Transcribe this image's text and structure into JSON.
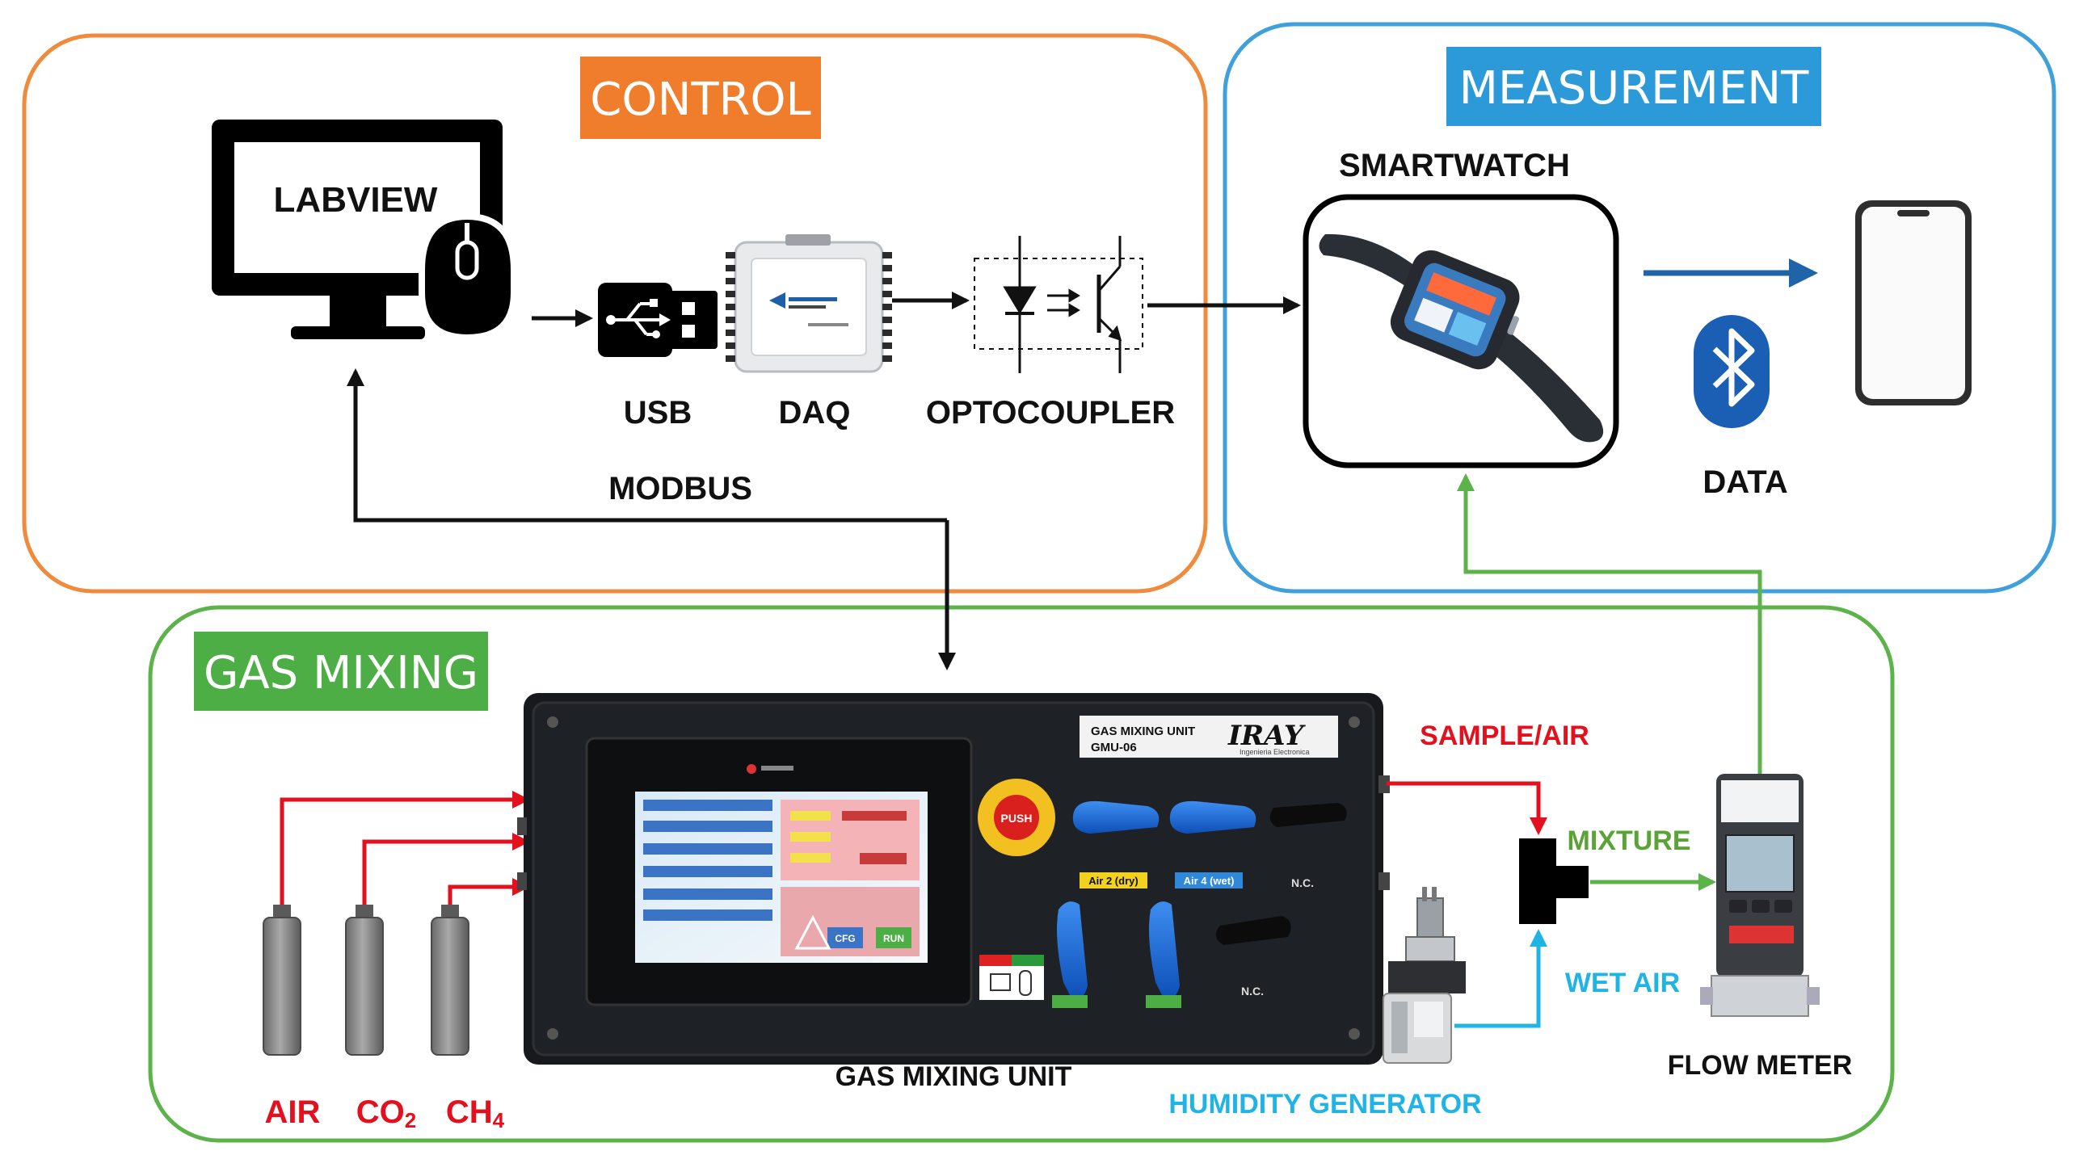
{
  "sections": {
    "control": {
      "title": "CONTROL",
      "color": "#f08a3c",
      "title_bg": "#f07d2b"
    },
    "measurement": {
      "title": "MEASUREMENT",
      "color": "#3fa0dc",
      "title_bg": "#2c9ad8"
    },
    "gas_mixing": {
      "title": "GAS MIXING",
      "color": "#5cb34a",
      "title_bg": "#4cae45"
    }
  },
  "labels": {
    "labview": "LABVIEW",
    "usb": "USB",
    "daq": "DAQ",
    "optocoupler": "OPTOCOUPLER",
    "modbus": "MODBUS",
    "smartwatch": "SMARTWATCH",
    "data": "DATA",
    "sample_air": "SAMPLE/AIR",
    "mixture": "MIXTURE",
    "wet_air": "WET AIR",
    "flow_meter": "FLOW METER",
    "gas_mixing_unit": "GAS MIXING UNIT",
    "humidity_generator": "HUMIDITY GENERATOR",
    "air": "AIR",
    "co2_main": "CO",
    "co2_sub": "2",
    "ch4_main": "CH",
    "ch4_sub": "4"
  },
  "device": {
    "brand_line1": "GAS MIXING UNIT",
    "brand_line2": "GMU-06",
    "brand_logo": "IRAY",
    "brand_tagline": "Ingenieria Electronica",
    "emergency": "PUSH",
    "valve_label_1": "Air 2 (dry)",
    "valve_label_2": "Air 4 (wet)",
    "nc_1": "N.C.",
    "nc_2": "N.C.",
    "screen_btn_1": "CFG",
    "screen_btn_2": "RUN"
  },
  "colors": {
    "red_line": "#e3101e",
    "green_line": "#5cb34a",
    "blue_line": "#1fb3e6",
    "black_line": "#111111",
    "data_arrow": "#1f63a8"
  },
  "icons": [
    "monitor-icon",
    "mouse-icon",
    "usb-icon",
    "daq-icon",
    "optocoupler-icon",
    "smartwatch-icon",
    "smartphone-icon",
    "bluetooth-icon",
    "gas-cylinder-icon",
    "tee-connector-icon",
    "flow-meter-icon",
    "humidity-generator-icon"
  ]
}
